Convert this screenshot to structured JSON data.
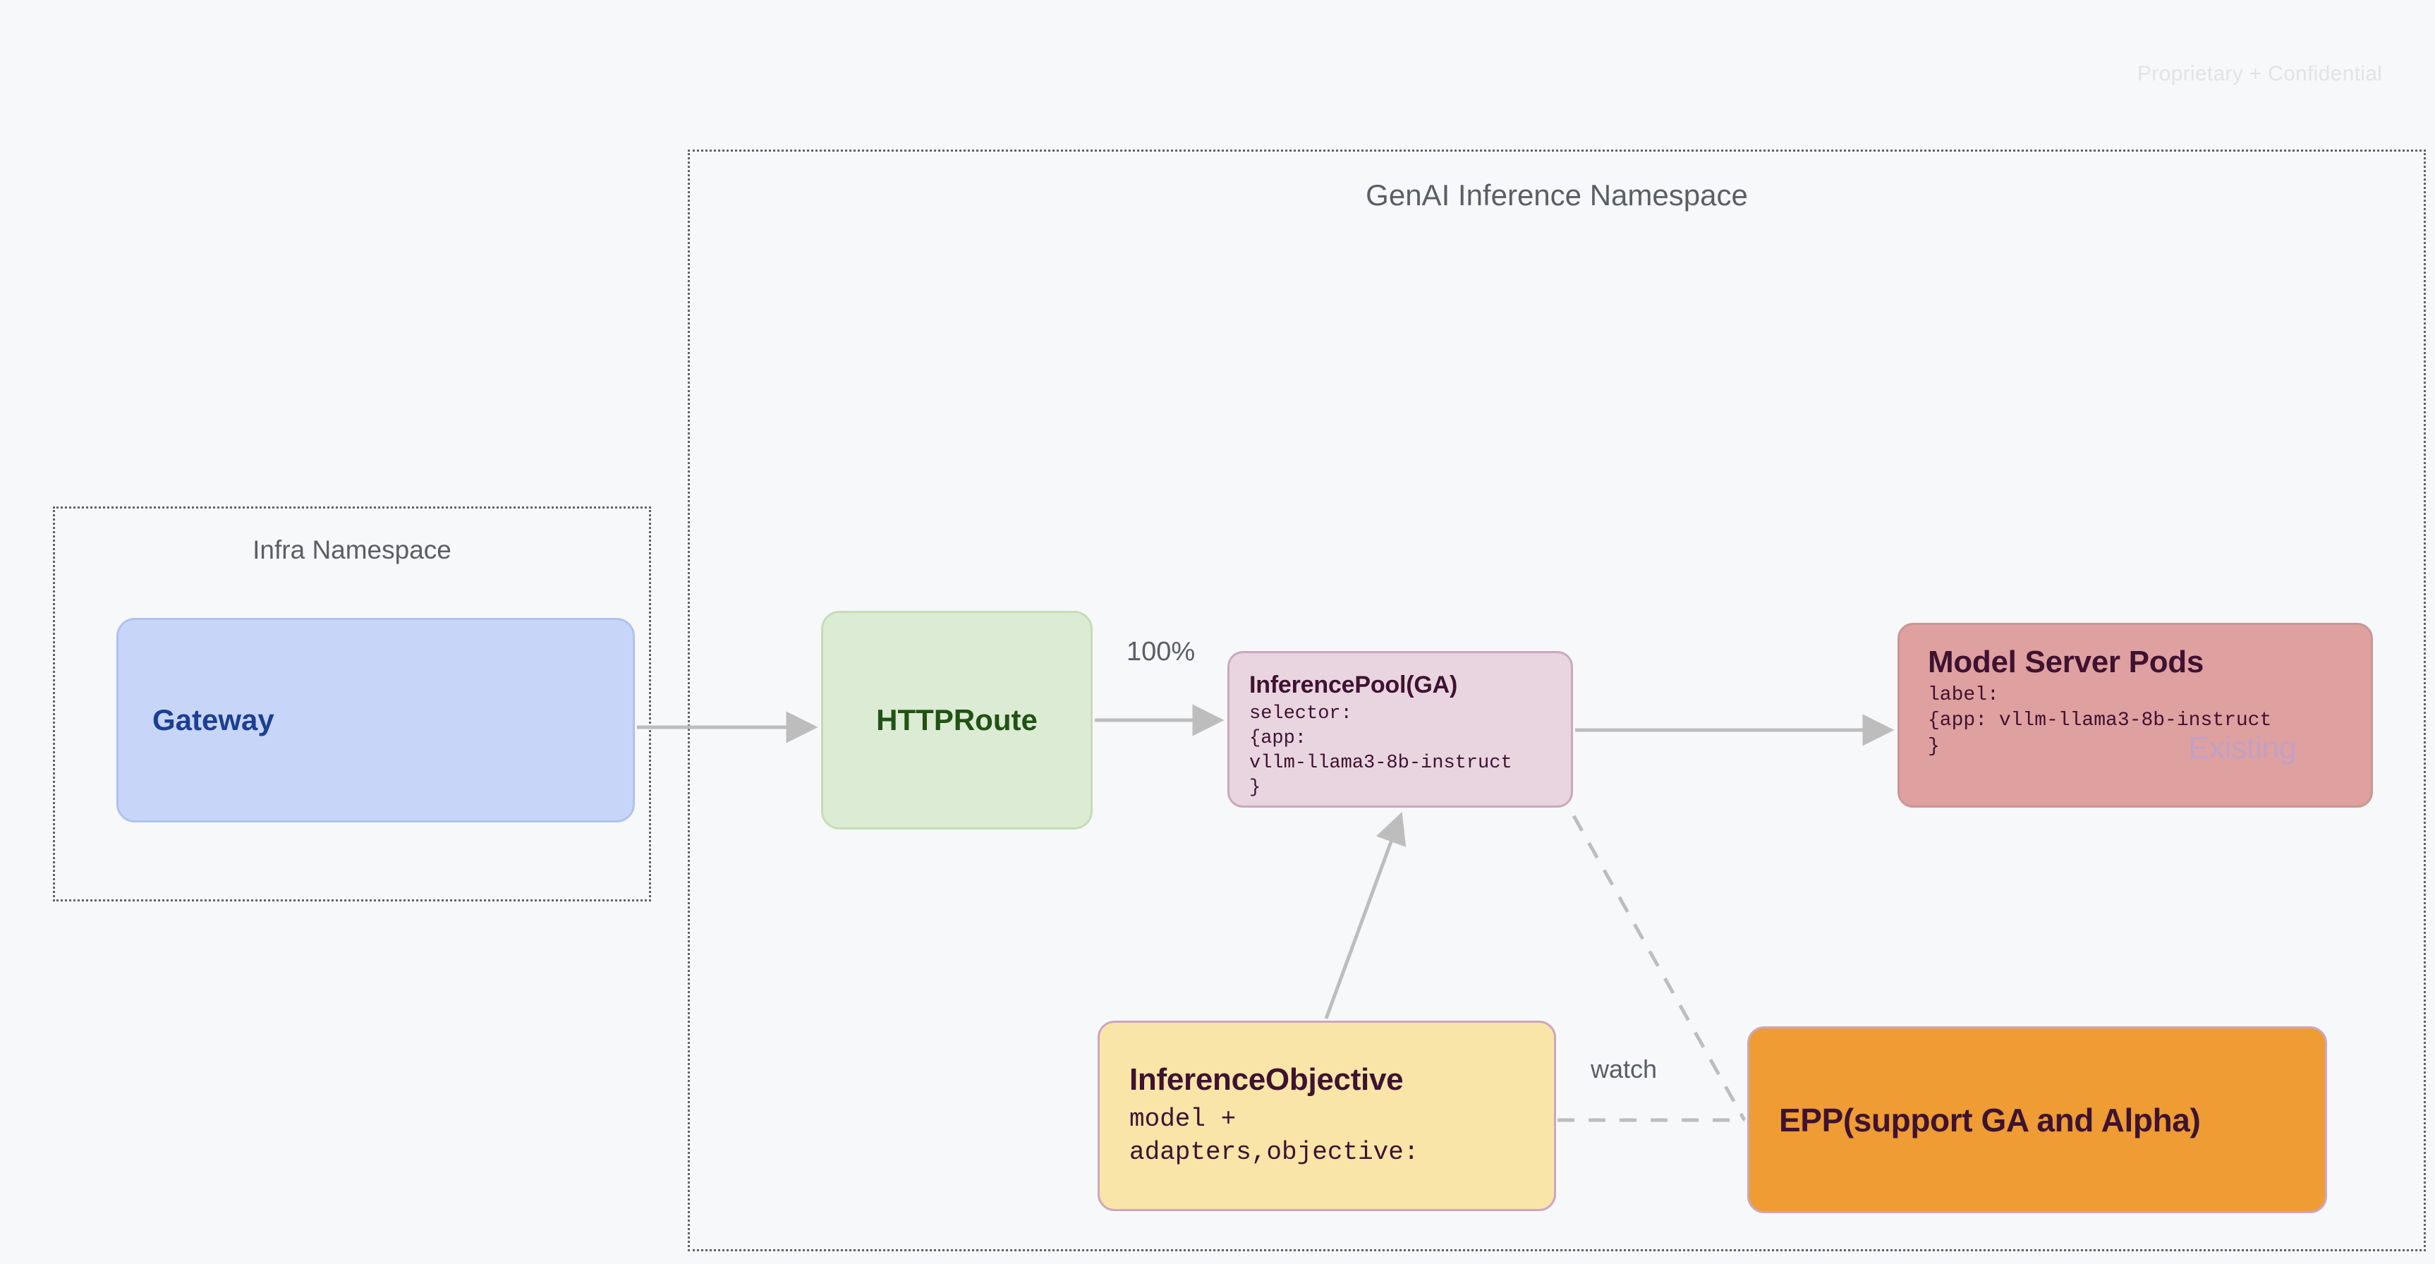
{
  "page": {
    "watermark": "Proprietary + Confidential",
    "background_color": "#F7F8FA"
  },
  "namespaces": [
    {
      "id": "genai",
      "title": "GenAI Inference Namespace",
      "border_style": "dotted",
      "border_color": "#5F6368"
    },
    {
      "id": "infra",
      "title": "Infra Namespace",
      "border_style": "dotted",
      "border_color": "#5F6368"
    }
  ],
  "nodes": {
    "gateway": {
      "title": "Gateway",
      "bg_color": "#C7D6F8",
      "text_color": "#1C3F94"
    },
    "httproute": {
      "title": "HTTPRoute",
      "bg_color": "#DCEBD3",
      "text_color": "#215214"
    },
    "inferencepool": {
      "title": "InferencePool(GA)",
      "sub": "selector:\n{app:\nvllm-llama3-8b-instruct\n}",
      "bg_color": "#E9D5E0",
      "text_color": "#3E1230"
    },
    "modelserver": {
      "title": "Model Server Pods",
      "sub": "label:\n{app: vllm-llama3-8b-instruct\n}",
      "badge": "Existing",
      "bg_color": "#DFA0A0",
      "text_color": "#3E1230",
      "badge_color": "#C2A0C6"
    },
    "inferenceobjective": {
      "title": "InferenceObjective",
      "sub": "model +\nadapters,objective:",
      "bg_color": "#FAE5A8",
      "text_color": "#3E1230"
    },
    "epp": {
      "title": "EPP(support GA and Alpha)",
      "bg_color": "#EE9C33",
      "text_color": "#3E1230"
    }
  },
  "edges": {
    "gateway_to_httproute": {
      "label": "",
      "style": "solid"
    },
    "httproute_to_inferencepool": {
      "label": "100%",
      "style": "solid"
    },
    "inferencepool_to_modelserver": {
      "label": "",
      "style": "solid"
    },
    "inferenceobjective_to_inferencepool": {
      "label": "",
      "style": "solid"
    },
    "inferenceobjective_to_epp": {
      "label": "watch",
      "style": "dashed"
    },
    "inferencepool_to_epp": {
      "label": "",
      "style": "dashed"
    }
  },
  "edge_color": "#BDBDBD"
}
